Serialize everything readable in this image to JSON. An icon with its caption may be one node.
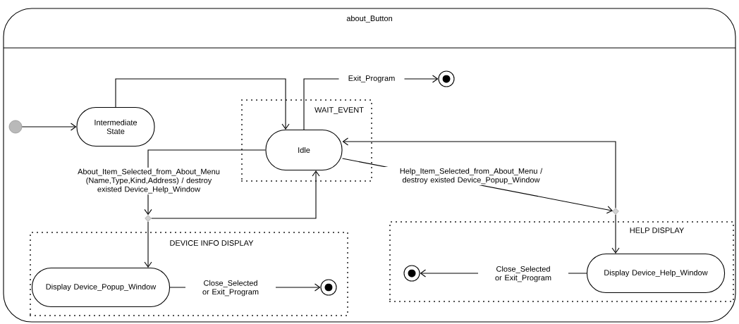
{
  "diagram": {
    "nodes": [
      {
        "text": [
          "about_Button"
        ]
      },
      {
        "text": [],
        "shape": "dot",
        "in": 0
      },
      {
        "text": [
          "Intermediate State"
        ],
        "in": 0
      },
      {
        "text": [
          "WAIT_EVENT"
        ],
        "in": 0
      },
      {
        "text": [
          "Idle"
        ],
        "in": 3
      },
      {
        "text": [],
        "shape": "circle",
        "in": 0
      },
      {
        "text": [],
        "shape": "diamond",
        "in": 0
      },
      {
        "text": [
          "DEVICE INFO DISPLAY"
        ],
        "in": 0
      },
      {
        "text": [
          "Display Device_Popup_Window"
        ],
        "in": 7
      },
      {
        "text": [],
        "shape": "circle",
        "in": 7
      },
      {
        "text": [],
        "shape": "diamond",
        "in": 0
      },
      {
        "text": [
          "HELP DISPLAY"
        ],
        "in": 0
      },
      {
        "text": [],
        "shape": "circle",
        "in": 11
      },
      {
        "text": [
          "Display Device_Help_Window"
        ],
        "in": 11
      }
    ],
    "edges": [
      {
        "from": 1,
        "to": 2,
        "arrow": "to"
      },
      {
        "from": 2,
        "to": 4,
        "arrow": "to"
      },
      {
        "from": 4,
        "to": 5,
        "arrow": "to",
        "label": "Exit_Program"
      },
      {
        "from": 4,
        "to": 6,
        "arrow": "to",
        "label": "About_Item_Selected_from_About_Menu (Name,Type,Kind,Address) / destroy existed Device_Help_Window"
      },
      {
        "from": 6,
        "to": 8,
        "arrow": "to"
      },
      {
        "from": 6,
        "to": 4,
        "arrow": "to"
      },
      {
        "from": 4,
        "to": 10,
        "arrow": "to",
        "label": "Help_Item_Selected_from_About_Menu / destroy existed Device_Popup_Window"
      },
      {
        "from": 10,
        "to": 4,
        "arrow": "to"
      },
      {
        "from": 10,
        "to": 13,
        "arrow": "to"
      },
      {
        "from": 8,
        "to": 9,
        "arrow": "to",
        "label": "Close_Selected or Exit_Program"
      },
      {
        "from": 13,
        "to": 12,
        "arrow": "to",
        "label": "Close_Selected or Exit_Program"
      }
    ]
  }
}
